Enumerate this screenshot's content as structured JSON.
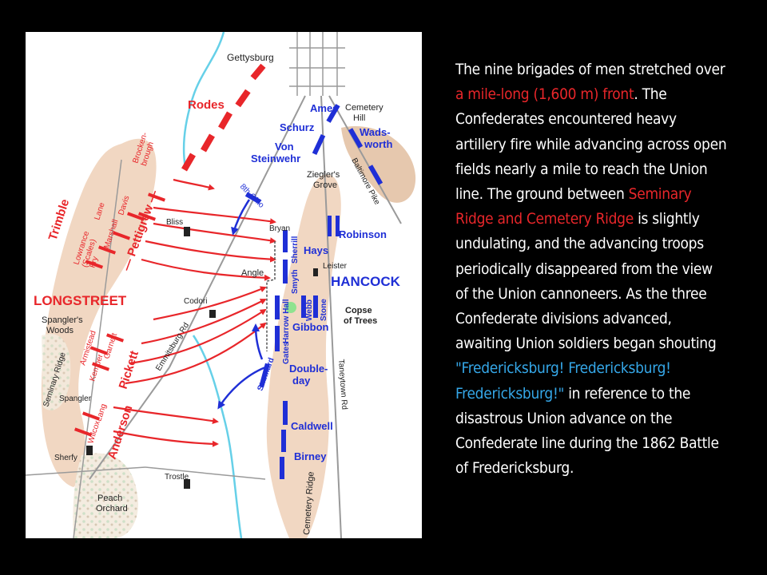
{
  "caption": {
    "p1": "The nine brigades of men stretched over ",
    "h1": "a mile-long (1,600 m) front",
    "p2": ". The Confederates encountered heavy artillery fire while advancing across open fields nearly a mile to reach the Union line. The ground between ",
    "h2": "Seminary Ridge and Cemetery Ridge",
    "p3": " is slightly undulating, and the advancing troops periodically disappeared from the view of the Union cannoneers. As the three Confederate divisions advanced, awaiting Union soldiers began shouting ",
    "h3": "\"Fredericksburg! Fredericksburg! Fredericksburg!\"",
    "p4": " in reference to the disastrous Union advance on the Confederate line during the 1862 Battle of Fredericksburg."
  },
  "colors": {
    "confederate": "#e8262a",
    "union": "#1f2fd6",
    "ridge": "#f1d7c2",
    "stream": "#66d0e8",
    "highlight": "#35a7e8"
  },
  "map": {
    "places": {
      "gettysburg": "Gettysburg",
      "cemetery_hill": "Cemetery\nHill",
      "bliss": "Bliss",
      "bryan": "Bryan",
      "leister": "Leister",
      "angle": "Angle",
      "codori": "Codori",
      "spanglers_woods": "Spangler's\nWoods",
      "spangler": "Spangler",
      "sherfy": "Sherfy",
      "trostle": "Trostle",
      "peach_orchard": "Peach\nOrchard",
      "copse": "Copse\nof Trees",
      "zieglers_grove": "Ziegler's\nGrove"
    },
    "roads": {
      "baltimore_pike": "Baltimore Pike",
      "emmitsburg_rd": "Emmitsburg Rd",
      "taneytown_rd": "Taneytown Rd",
      "seminary_ridge": "Seminary Ridge",
      "cemetery_ridge": "Cemetery Ridge"
    },
    "confederate": {
      "rodes": "Rodes",
      "trimble": "Trimble",
      "pettigrew": "Pettigrew",
      "longstreet": "LONGSTREET",
      "pickett": "Pickett",
      "anderson": "Anderson",
      "lane": "Lane",
      "lowrance": "Lowrance\n(Scales)",
      "brockenbrough": "Brocken-\nbrough",
      "davis": "Davis",
      "marshall": "Marshall",
      "fry": "Fry",
      "armistead": "Armistead",
      "garnett": "Garnett",
      "kemper": "Kemper",
      "lang": "Lang",
      "wilcox": "Wilcox"
    },
    "union": {
      "ames": "Ames",
      "schurz": "Schurz",
      "wadsworth": "Wads-\nworth",
      "von_steinwehr": "Von\nSteinwehr",
      "eighth_ohio": "8th Ohio",
      "robinson": "Robinson",
      "hays": "Hays",
      "hancock": "HANCOCK",
      "sherrill": "Sherrill",
      "smyth": "Smyth",
      "harrow_hall": "Harrow Hall",
      "gates": "Gates",
      "webb": "Webb",
      "stone": "Stone",
      "gibbon": "Gibbon",
      "doubleday": "Double-\nday",
      "stannard": "Stannard",
      "caldwell": "Caldwell",
      "birney": "Birney"
    }
  }
}
